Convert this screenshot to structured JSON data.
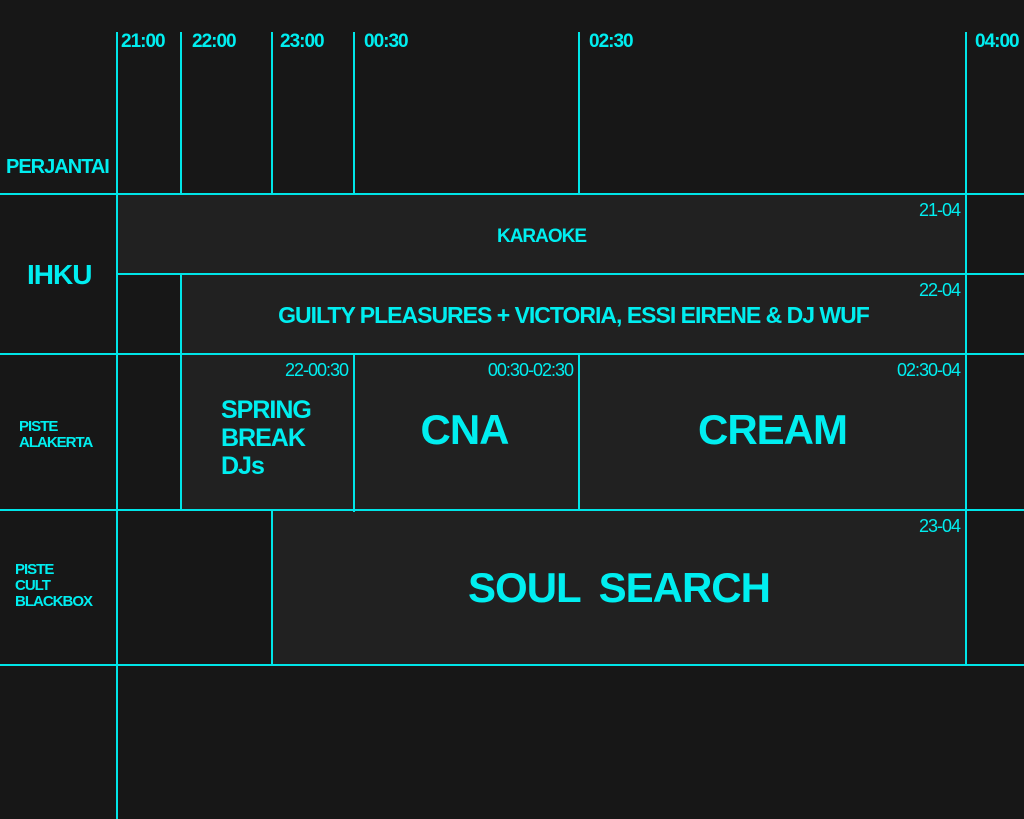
{
  "day": "PERJANTAI",
  "times": [
    "21:00",
    "22:00",
    "23:00",
    "00:30",
    "02:30",
    "04:00"
  ],
  "venues": {
    "ihku": "IHKU",
    "alakerta": [
      "PISTE",
      "ALAKERTA"
    ],
    "cult": [
      "PISTE",
      "CULT",
      "BLACKBOX"
    ]
  },
  "events": {
    "karaoke": {
      "title": "KARAOKE",
      "range": "21-04"
    },
    "guilty": {
      "title": "GUILTY PLEASURES + VICTORIA, ESSI EIRENE & DJ WUF",
      "range": "22-04"
    },
    "spring": {
      "title": [
        "SPRING",
        "BREAK",
        "DJs"
      ],
      "range": "22-00:30"
    },
    "cna": {
      "title": "CNA",
      "range": "00:30-02:30"
    },
    "cream": {
      "title": "CREAM",
      "range": "02:30-04"
    },
    "soul": {
      "title": "SOUL SEARCH",
      "range": "23-04"
    }
  },
  "colors": {
    "accent": "#00eef0",
    "bg": "#171717",
    "cell": "#212121"
  }
}
